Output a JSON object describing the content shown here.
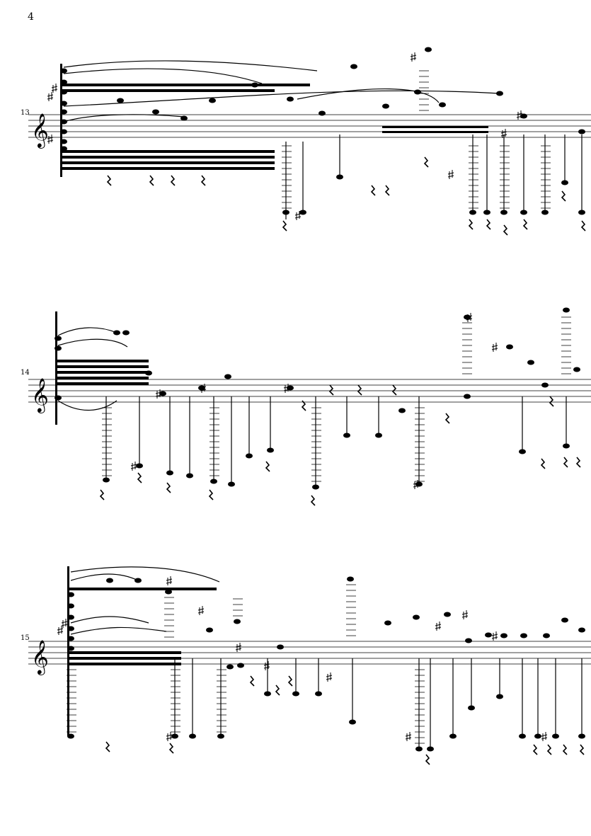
{
  "page": {
    "number": "4"
  },
  "systems": [
    {
      "measure_number": "13"
    },
    {
      "measure_number": "14"
    },
    {
      "measure_number": "15"
    }
  ],
  "colors": {
    "ink": "#000000",
    "paper": "#ffffff"
  }
}
